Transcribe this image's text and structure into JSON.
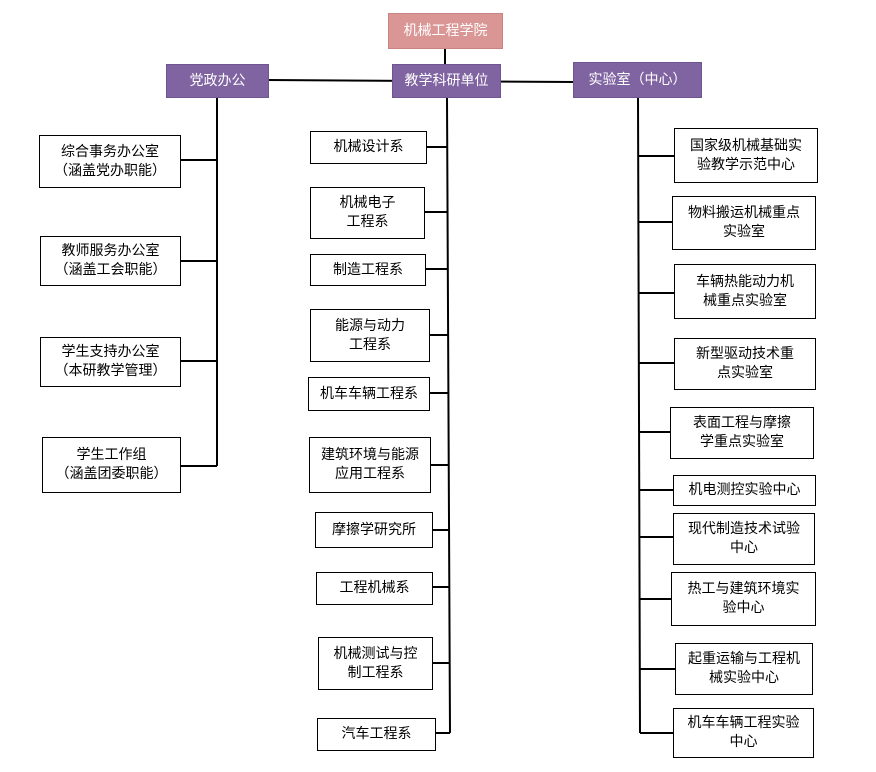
{
  "root": {
    "label": "机械工程学院"
  },
  "branches": {
    "party": {
      "label": "党政办公",
      "items": [
        "综合事务办公室\n（涵盖党办职能）",
        "教师服务办公室\n（涵盖工会职能）",
        "学生支持办公室\n（本研教学管理）",
        "学生工作组\n（涵盖团委职能）"
      ]
    },
    "teaching": {
      "label": "教学科研单位",
      "items": [
        "机械设计系",
        "机械电子\n工程系",
        "制造工程系",
        "能源与动力\n工程系",
        "机车车辆工程系",
        "建筑环境与能源\n应用工程系",
        "摩擦学研究所",
        "工程机械系",
        "机械测试与控\n制工程系",
        "汽车工程系"
      ]
    },
    "labs": {
      "label": "实验室（中心）",
      "items": [
        "国家级机械基础实\n验教学示范中心",
        "物料搬运机械重点\n实验室",
        "车辆热能动力机\n械重点实验室",
        "新型驱动技术重\n点实验室",
        "表面工程与摩擦\n学重点实验室",
        "机电测控实验中心",
        "现代制造技术试验\n中心",
        "热工与建筑环境实\n验中心",
        "起重运输与工程机\n械实验中心",
        "机车车辆工程实验\n中心"
      ]
    }
  },
  "colors": {
    "root": "#d99694",
    "head": "#8064a2",
    "line": "#000000"
  }
}
